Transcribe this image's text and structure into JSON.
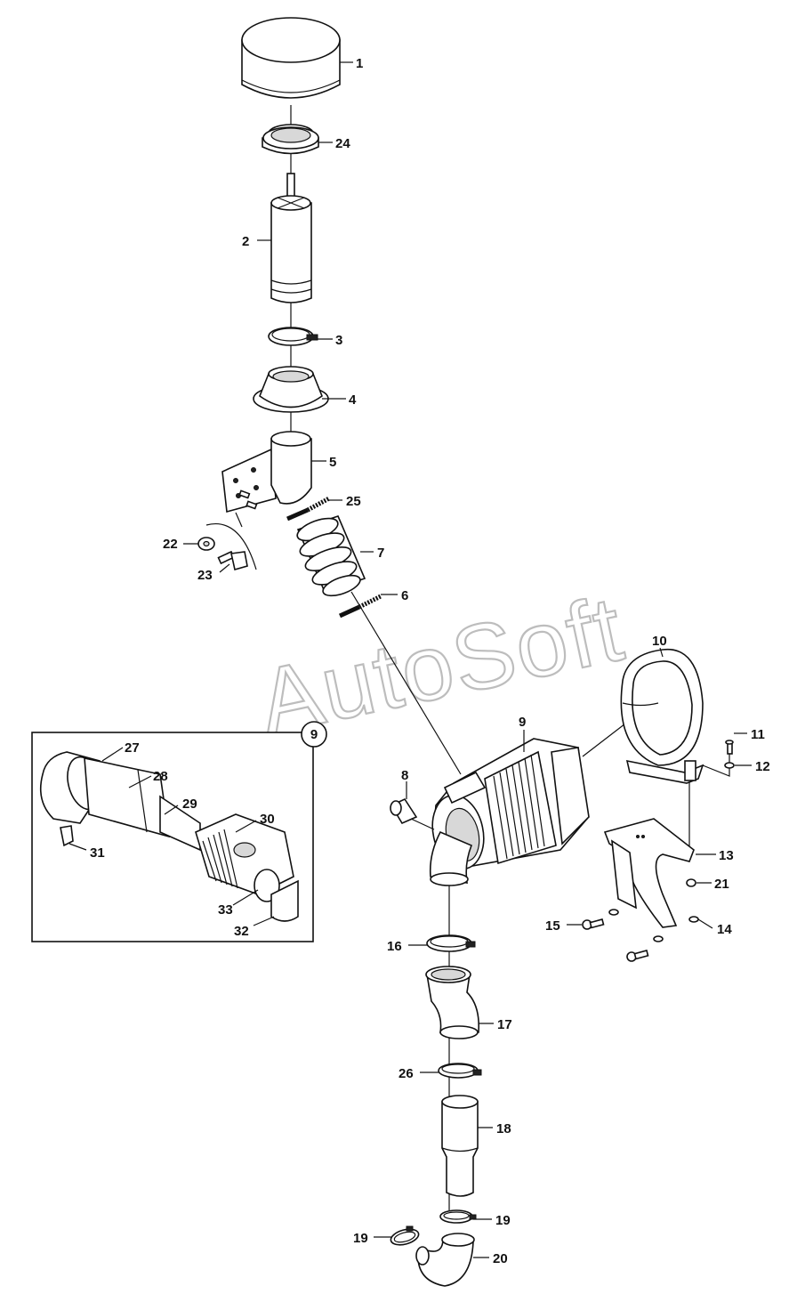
{
  "watermark": "AutoSoft",
  "inset_badge": "9",
  "callouts": {
    "c1": "1",
    "c2": "2",
    "c3": "3",
    "c4": "4",
    "c5": "5",
    "c6": "6",
    "c7": "7",
    "c8": "8",
    "c9": "9",
    "c10": "10",
    "c11": "11",
    "c12": "12",
    "c13": "13",
    "c14": "14",
    "c15": "15",
    "c16": "16",
    "c17": "17",
    "c18": "18",
    "c19a": "19",
    "c19b": "19",
    "c20": "20",
    "c21": "21",
    "c22": "22",
    "c23": "23",
    "c24": "24",
    "c25": "25",
    "c26": "26",
    "c27": "27",
    "c28": "28",
    "c29": "29",
    "c30": "30",
    "c31": "31",
    "c32": "32",
    "c33": "33"
  }
}
